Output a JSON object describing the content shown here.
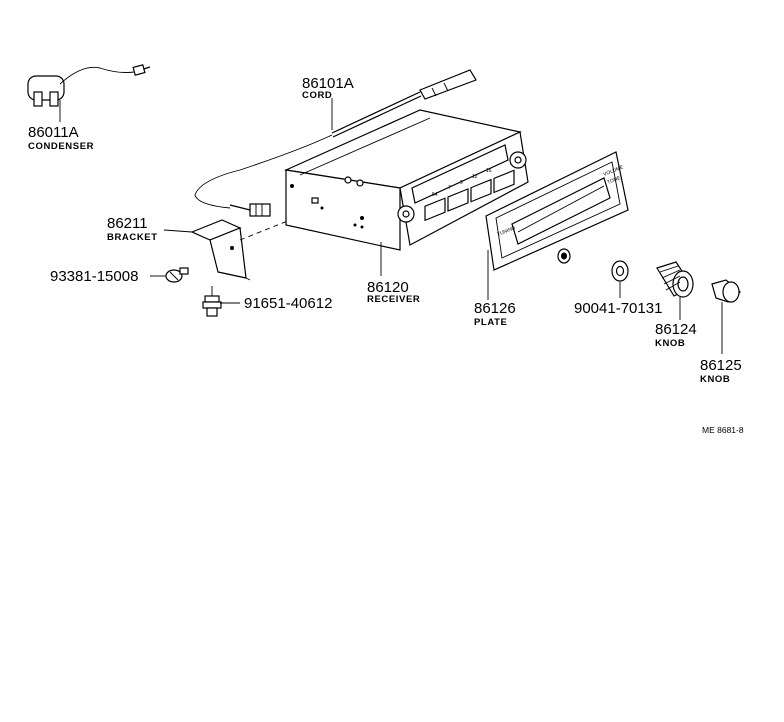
{
  "diagram_ref": "ME 8681-8",
  "parts": [
    {
      "part_number": "86011A",
      "name": "CONDENSER"
    },
    {
      "part_number": "86101A",
      "name": "CORD"
    },
    {
      "part_number": "86211",
      "name": "BRACKET"
    },
    {
      "part_number": "93381-15008",
      "name": ""
    },
    {
      "part_number": "91651-40612",
      "name": ""
    },
    {
      "part_number": "86120",
      "name": "RECEIVER"
    },
    {
      "part_number": "86126",
      "name": "PLATE"
    },
    {
      "part_number": "90041-70131",
      "name": ""
    },
    {
      "part_number": "86124",
      "name": "KNOB"
    },
    {
      "part_number": "86125",
      "name": "KNOB"
    }
  ],
  "panel_markings": {
    "tuning": "TUNING",
    "volume": "VOLUME",
    "tone": "TONE",
    "buttons": [
      "54",
      "7",
      "9",
      "12",
      "16"
    ]
  }
}
